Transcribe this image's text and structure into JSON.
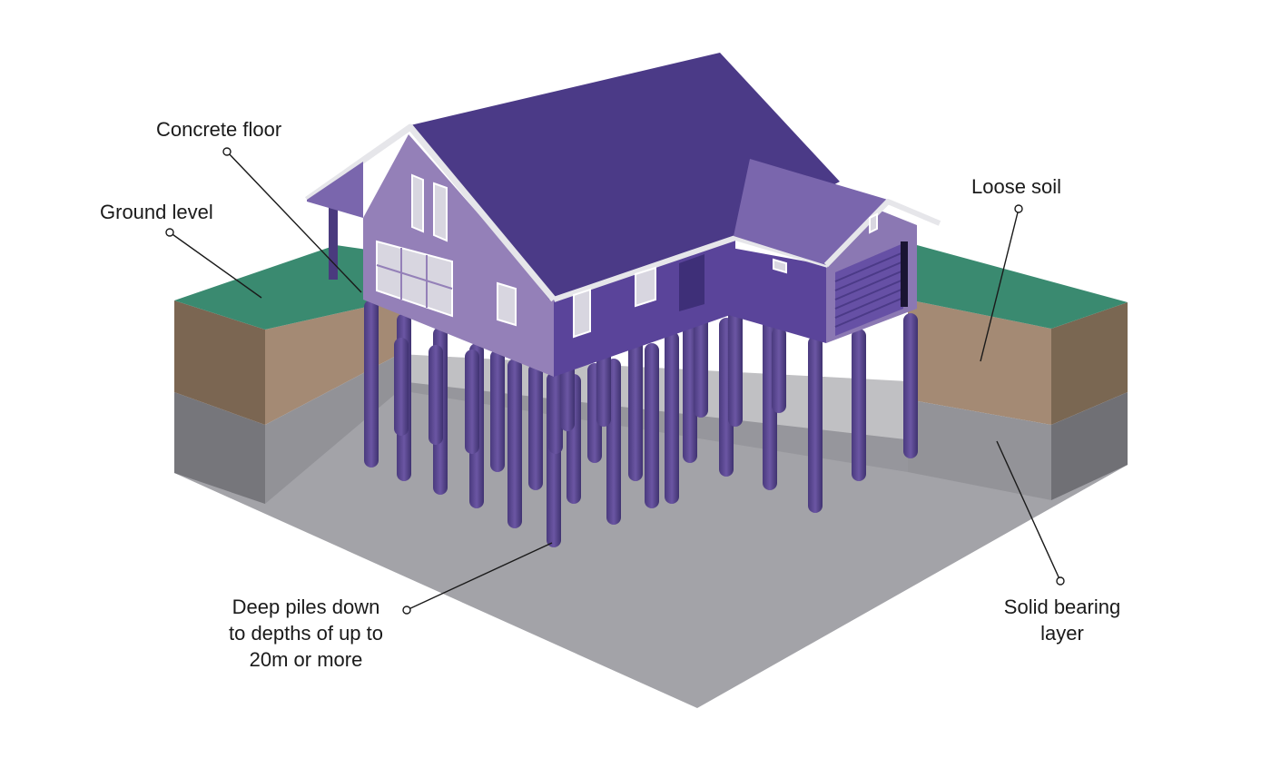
{
  "labels": {
    "concrete_floor": "Concrete floor",
    "ground_level": "Ground level",
    "loose_soil": "Loose soil",
    "deep_piles": [
      "Deep piles down",
      "to depths of up to",
      "20m or more"
    ],
    "solid_bearing": [
      "Solid bearing",
      "layer"
    ]
  },
  "colors": {
    "grass": "#3a8a70",
    "loose_soil": "#9c8470",
    "loose_soil_dark": "#75624f",
    "bearing_layer": "#8e8e93",
    "bearing_layer_dark": "#6f6f74",
    "base": "#a0a0a5",
    "roof": "#4b3a87",
    "wall_light": "#9480b8",
    "wall_dark": "#5a449a",
    "pile": "#5b4790",
    "trim": "#e6e6ea"
  },
  "pile_count": 36
}
